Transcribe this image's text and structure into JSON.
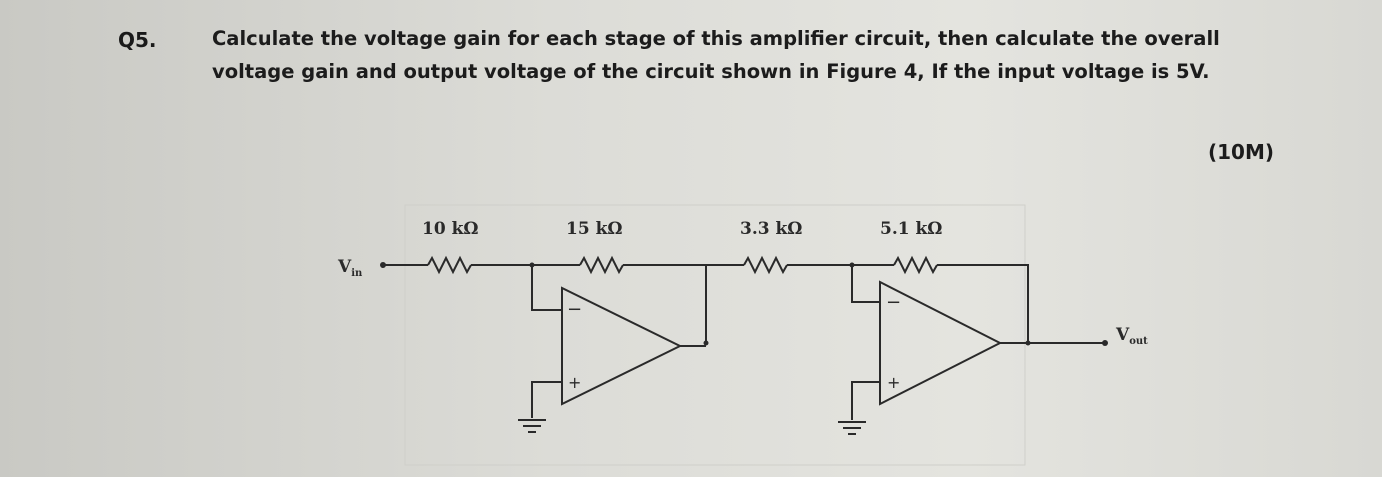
{
  "question": {
    "number": "Q5.",
    "line1": "Calculate the voltage gain for each stage of this amplifier circuit, then calculate the overall",
    "line2": "voltage gain and output voltage of the circuit shown in Figure 4, If the input voltage is 5V.",
    "marks": "(10M)"
  },
  "circuit": {
    "resistors": [
      "10 kΩ",
      "15 kΩ",
      "3.3 kΩ",
      "5.1 kΩ"
    ],
    "input_label": "V",
    "input_sub": "in",
    "output_label": "V",
    "output_sub": "out",
    "minus_sign": "−",
    "plus_sign": "+"
  }
}
